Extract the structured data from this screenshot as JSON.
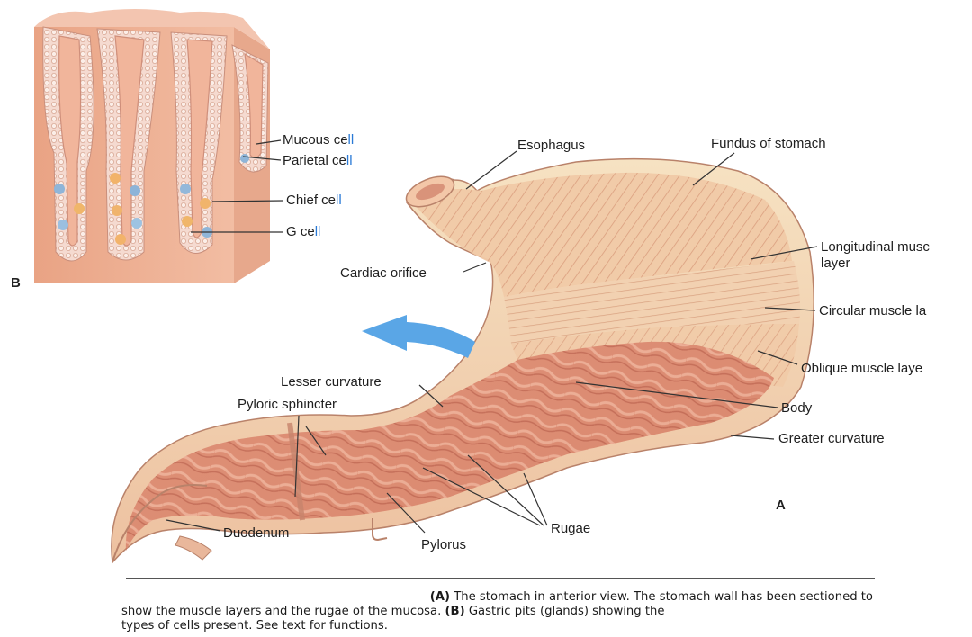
{
  "panel_a": {
    "letter": "A",
    "labels": {
      "esophagus": "Esophagus",
      "fundus": "Fundus of stomach",
      "longitudinal_1": "Longitudinal musc",
      "longitudinal_2": "layer",
      "circular": "Circular muscle la",
      "oblique": "Oblique muscle laye",
      "cardiac": "Cardiac orifice",
      "lesser": "Lesser curvature",
      "pyloric_sphincter": "Pyloric sphincter",
      "body": "Body",
      "greater": "Greater curvature",
      "duodenum": "Duodenum",
      "pylorus": "Pylorus",
      "rugae": "Rugae"
    }
  },
  "panel_b": {
    "letter": "B",
    "labels": {
      "mucous": "Mucous ce",
      "mucous_tail": "ll",
      "parietal": "Parietal ce",
      "parietal_tail": "ll",
      "chief": "Chief ce",
      "chief_tail": "ll",
      "g": "G ce",
      "g_tail": "ll"
    }
  },
  "caption": {
    "a_tag": "(A)",
    "a_text": " The stomach in anterior view. The stomach wall has been sectioned to",
    "line2_pre": "show the muscle layers and the rugae of the mucosa. ",
    "b_tag": "(B)",
    "line2_post": " Gastric pits (glands) showing the",
    "line3": "types of cells present. See text for functions."
  },
  "colors": {
    "tissue": "#f0b497",
    "muscle": "#f3cba8",
    "mucosa": "#d9826a",
    "arrow": "#5aa6e6",
    "accent": "#2a7ad6"
  }
}
